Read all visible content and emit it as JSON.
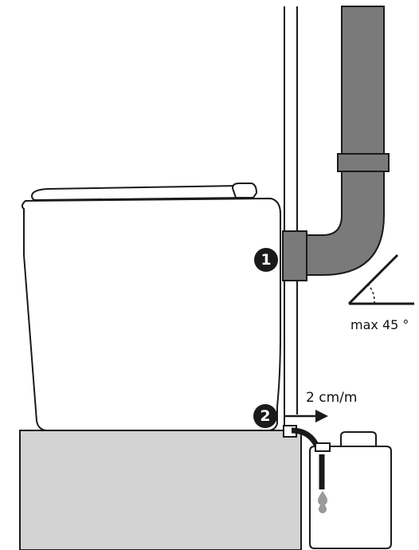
{
  "markers": [
    {
      "label": "1"
    },
    {
      "label": "2"
    }
  ],
  "angle_label": "max 45 °",
  "slope_label": "2 cm/m",
  "colors": {
    "stroke": "#1a1a1a",
    "pipe_fill": "#7a7a7a",
    "platform_fill": "#d3d3d3",
    "background": "#ffffff",
    "drop": "#9a9a9a"
  }
}
